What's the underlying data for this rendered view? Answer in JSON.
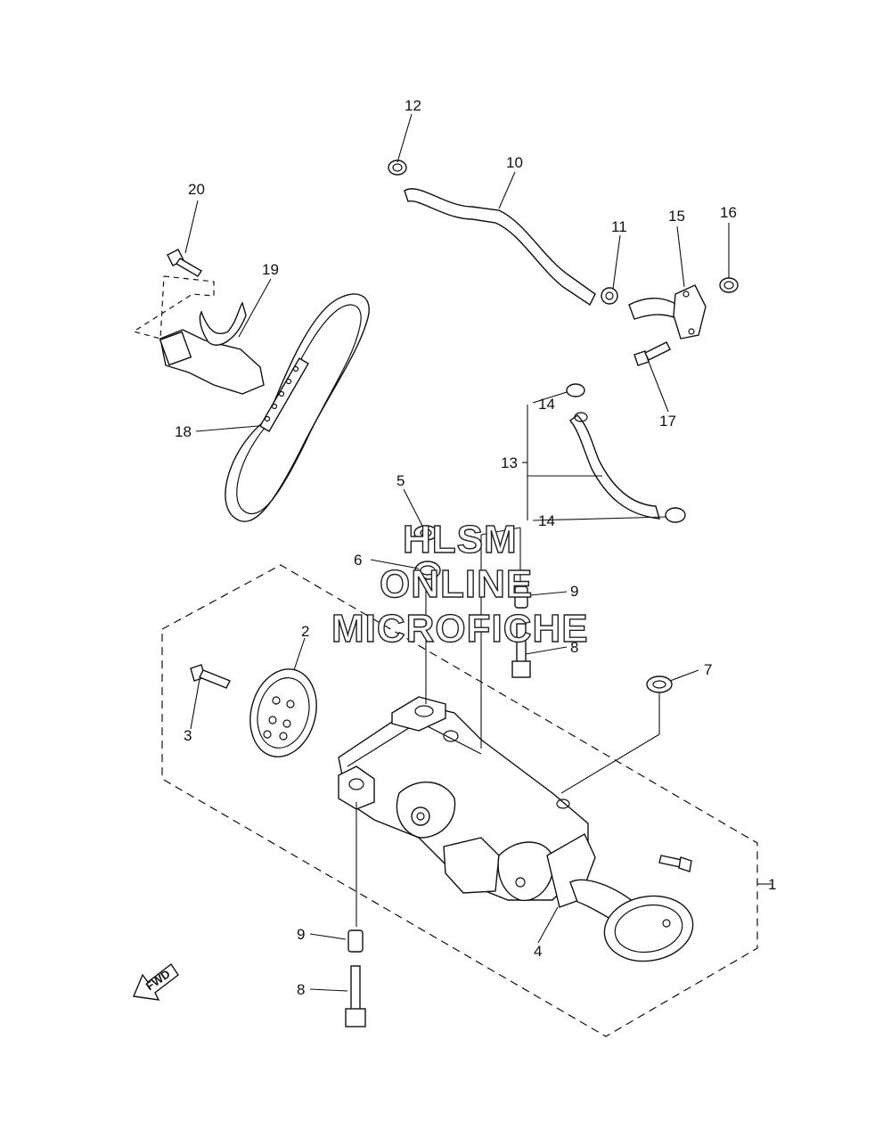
{
  "callouts": [
    "1",
    "2",
    "3",
    "4",
    "5",
    "6",
    "7",
    "8",
    "8",
    "9",
    "9",
    "10",
    "11",
    "12",
    "13",
    "14",
    "14",
    "15",
    "16",
    "17",
    "18",
    "19",
    "20"
  ],
  "labels": {
    "p1": "1",
    "p2": "2",
    "p3": "3",
    "p4": "4",
    "p5": "5",
    "p6": "6",
    "p7": "7",
    "p8a": "8",
    "p8b": "8",
    "p9a": "9",
    "p9b": "9",
    "p10": "10",
    "p11": "11",
    "p12": "12",
    "p13": "13",
    "p14a": "14",
    "p14b": "14",
    "p15": "15",
    "p16": "16",
    "p17": "17",
    "p18": "18",
    "p19": "19",
    "p20": "20"
  },
  "watermark": {
    "line1": "HLSM",
    "line2": "ONLINE",
    "line3": "MICROFICHE"
  },
  "fwd_label": "FWD"
}
